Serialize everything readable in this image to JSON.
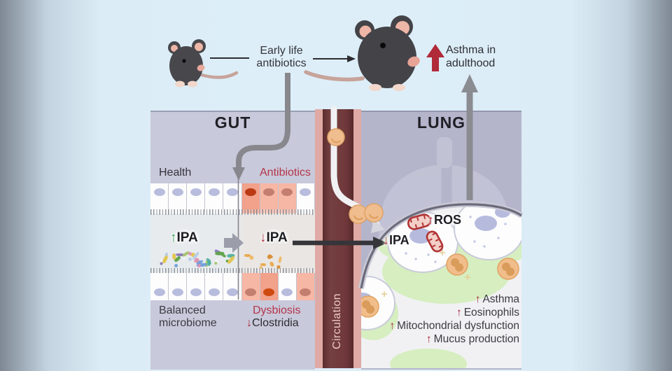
{
  "top_flow": {
    "early_life_line1": "Early life",
    "early_life_line2": "antibiotics",
    "asthma_line1": "Asthma in",
    "asthma_line2": "adulthood"
  },
  "icons": {
    "up_arrow": "↑",
    "down_arrow": "↓"
  },
  "gut": {
    "title": "GUT",
    "health_label": "Health",
    "antibiotics_label": "Antibiotics",
    "ipa_high_label": "IPA",
    "ipa_low_label": "IPA",
    "balanced_line1": "Balanced",
    "balanced_line2": "microbiome",
    "dysbiosis_label": "Dysbiosis",
    "clostridia_label": "Clostridia"
  },
  "circulation": {
    "label": "Circulation"
  },
  "lung": {
    "title": "LUNG",
    "ros_label": "ROS",
    "ipa_low_label": "IPA",
    "effects": [
      {
        "direction": "up",
        "label": "Asthma"
      },
      {
        "direction": "up",
        "label": "Eosinophils"
      },
      {
        "direction": "up",
        "label": "Mitochondrial dysfunction"
      },
      {
        "direction": "up",
        "label": "Mucus production"
      }
    ]
  },
  "colors": {
    "figure_background": "#ddeef8",
    "gut_panel": "#c8c9da",
    "lung_panel": "#b4b5cb",
    "vessel": "#6e3638",
    "vessel_border": "#dfaaa5",
    "red_accent": "#b5344a",
    "green_accent": "#279e4c",
    "gray_arrow": "#87878d",
    "microbiome_palette": [
      "#5fa348",
      "#a4c468",
      "#e3c44c",
      "#6f9fd8",
      "#b3cbe8",
      "#e094b4",
      "#8878b8",
      "#f2f2f2",
      "#52b0a0"
    ],
    "dysbiosis_palette": [
      "#e8a84a",
      "#d88f35",
      "#edb968"
    ]
  }
}
